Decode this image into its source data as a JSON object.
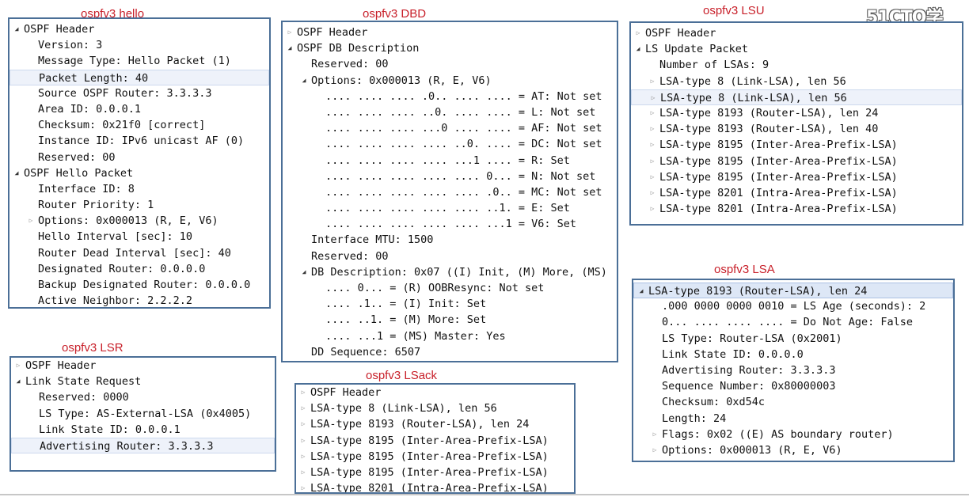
{
  "watermark": "51CTO学",
  "panels": {
    "hello": {
      "caption": "ospfv3 hello",
      "rows": [
        "OSPF Header",
        "Version: 3",
        "Message Type: Hello Packet (1)",
        "Packet Length: 40",
        "Source OSPF Router: 3.3.3.3",
        "Area ID: 0.0.0.1",
        "Checksum: 0x21f0 [correct]",
        "Instance ID: IPv6 unicast AF (0)",
        "Reserved: 00",
        "OSPF Hello Packet",
        "Interface ID: 8",
        "Router Priority: 1",
        "Options: 0x000013 (R, E, V6)",
        "Hello Interval [sec]: 10",
        "Router Dead Interval [sec]: 40",
        "Designated Router: 0.0.0.0",
        "Backup Designated Router: 0.0.0.0",
        "Active Neighbor: 2.2.2.2"
      ]
    },
    "dbd": {
      "caption": "ospfv3  DBD",
      "rows": [
        "OSPF Header",
        "OSPF DB Description",
        "Reserved: 00",
        "Options: 0x000013 (R, E, V6)",
        ".... .... .... .0.. .... .... = AT: Not set",
        ".... .... .... ..0. .... .... = L: Not set",
        ".... .... .... ...0 .... .... = AF: Not set",
        ".... .... .... .... ..0. .... = DC: Not set",
        ".... .... .... .... ...1 .... = R: Set",
        ".... .... .... .... .... 0... = N: Not set",
        ".... .... .... .... .... .0.. = MC: Not set",
        ".... .... .... .... .... ..1. = E: Set",
        ".... .... .... .... .... ...1 = V6: Set",
        "Interface MTU: 1500",
        "Reserved: 00",
        "DB Description: 0x07 ((I) Init, (M) More, (MS)",
        ".... 0... = (R) OOBResync: Not set",
        ".... .1.. = (I) Init: Set",
        ".... ..1. = (M) More: Set",
        ".... ...1 = (MS) Master: Yes",
        "DD Sequence: 6507"
      ]
    },
    "lsu": {
      "caption": "ospfv3  LSU",
      "rows": [
        "OSPF Header",
        "LS Update Packet",
        "Number of LSAs: 9",
        "LSA-type 8 (Link-LSA), len 56",
        "LSA-type 8 (Link-LSA), len 56",
        "LSA-type 8193 (Router-LSA), len 24",
        "LSA-type 8193 (Router-LSA), len 40",
        "LSA-type 8195 (Inter-Area-Prefix-LSA)",
        "LSA-type 8195 (Inter-Area-Prefix-LSA)",
        "LSA-type 8195 (Inter-Area-Prefix-LSA)",
        "LSA-type 8201 (Intra-Area-Prefix-LSA)",
        "LSA-type 8201 (Intra-Area-Prefix-LSA)"
      ]
    },
    "lsr": {
      "caption": "ospfv3   LSR",
      "rows": [
        "OSPF Header",
        "Link State Request",
        "Reserved: 0000",
        "LS Type: AS-External-LSA (0x4005)",
        "Link State ID: 0.0.0.1",
        "Advertising Router: 3.3.3.3"
      ]
    },
    "lsack": {
      "caption": "ospfv3 LSack",
      "rows": [
        "OSPF Header",
        "LSA-type 8 (Link-LSA), len 56",
        "LSA-type 8193 (Router-LSA), len 24",
        "LSA-type 8195 (Inter-Area-Prefix-LSA)",
        "LSA-type 8195 (Inter-Area-Prefix-LSA)",
        "LSA-type 8195 (Inter-Area-Prefix-LSA)",
        "LSA-type 8201 (Intra-Area-Prefix-LSA)"
      ]
    },
    "lsa": {
      "caption": "ospfv3 LSA",
      "rows": [
        "LSA-type 8193 (Router-LSA), len 24",
        ".000 0000 0000 0010 = LS Age (seconds): 2",
        "0... .... .... .... = Do Not Age: False",
        "LS Type: Router-LSA (0x2001)",
        "Link State ID: 0.0.0.0",
        "Advertising Router: 3.3.3.3",
        "Sequence Number: 0x80000003",
        "Checksum: 0xd54c",
        "Length: 24",
        "Flags: 0x02 ((E) AS boundary router)",
        "Options: 0x000013 (R, E, V6)"
      ]
    }
  }
}
